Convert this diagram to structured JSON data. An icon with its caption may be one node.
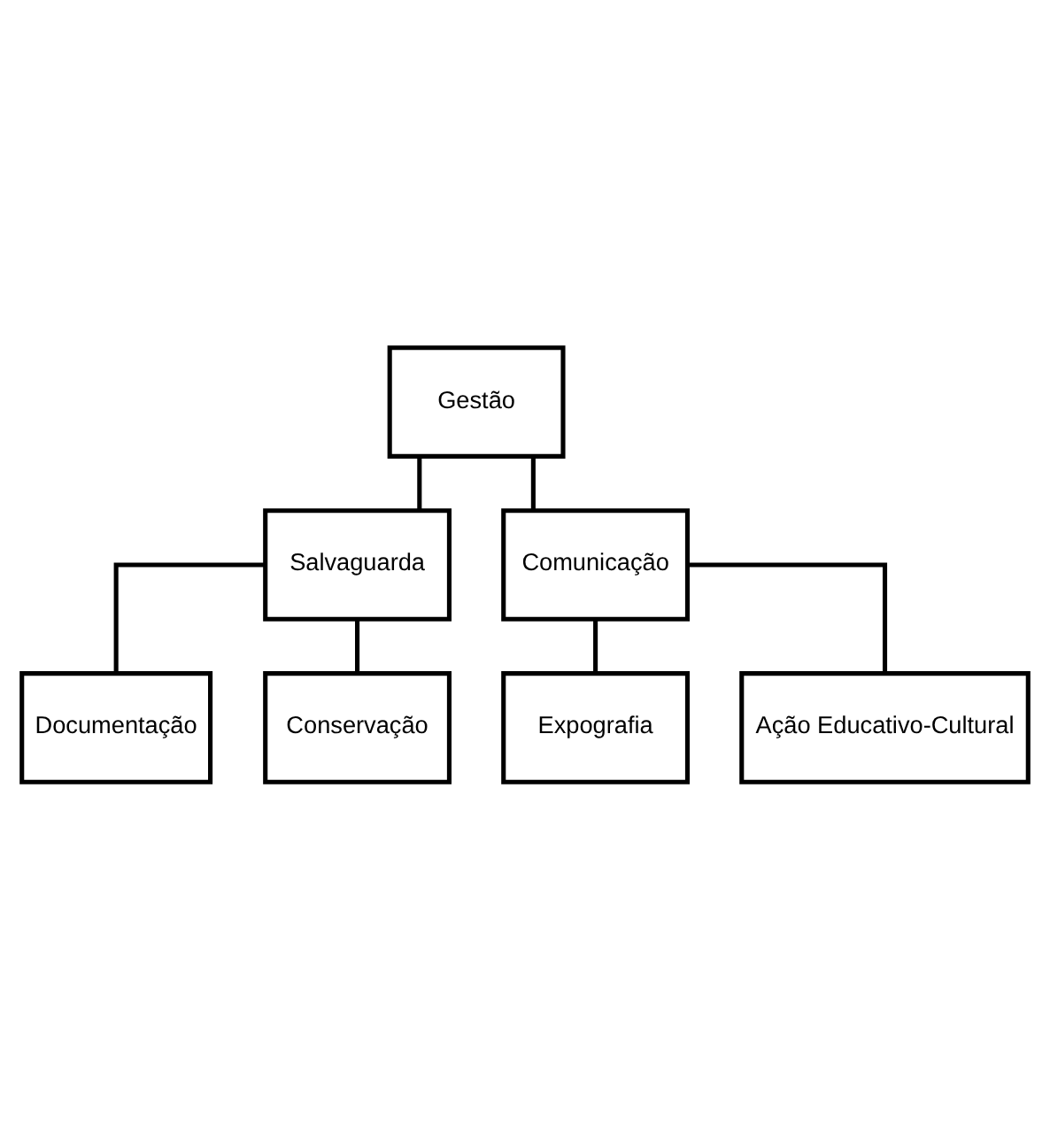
{
  "diagram": {
    "nodes": [
      {
        "text": [
          "Gestão"
        ]
      },
      {
        "text": [
          "Salvaguarda"
        ]
      },
      {
        "text": [
          "Comunicação"
        ]
      },
      {
        "text": [
          "Documentação"
        ]
      },
      {
        "text": [
          "Conservação"
        ]
      },
      {
        "text": [
          "Expografia"
        ]
      },
      {
        "text": [
          "Ação Educativo-Cultural"
        ]
      }
    ],
    "edges": [
      {
        "from": 0,
        "to": 1,
        "arrow": "none"
      },
      {
        "from": 0,
        "to": 2,
        "arrow": "none"
      },
      {
        "from": 1,
        "to": 3,
        "arrow": "none"
      },
      {
        "from": 1,
        "to": 4,
        "arrow": "none"
      },
      {
        "from": 2,
        "to": 5,
        "arrow": "none"
      },
      {
        "from": 2,
        "to": 6,
        "arrow": "none"
      }
    ]
  }
}
